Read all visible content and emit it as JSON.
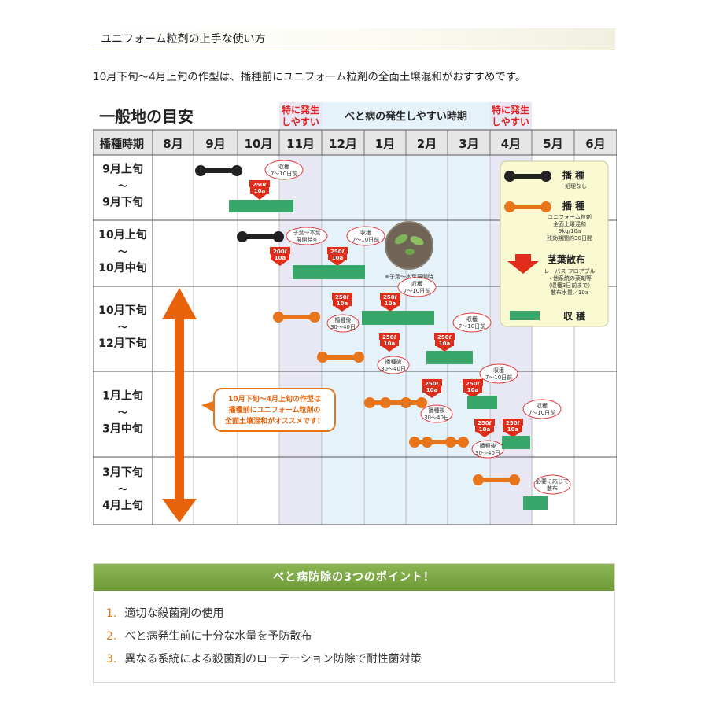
{
  "section_title": "ユニフォーム粒剤の上手な使い方",
  "intro": "10月下旬～4月上旬の作型は、播種前にユニフォーム粒剤の全面土壌混和がおすすめです。",
  "diagram": {
    "title": "一般地の目安",
    "high_risk_label_line1": "特に発生",
    "high_risk_label_line2": "しやすい",
    "risk_period_label": "べと病の発生しやすい時期",
    "header_label": "播種時期",
    "months": [
      "8月",
      "9月",
      "10月",
      "11月",
      "12月",
      "1月",
      "2月",
      "3月",
      "4月",
      "5月",
      "6月"
    ],
    "rows": [
      {
        "line1": "9月上旬",
        "tilde": "～",
        "line2": "9月下旬"
      },
      {
        "line1": "10月上旬",
        "tilde": "～",
        "line2": "10月中旬"
      },
      {
        "line1": "10月下旬",
        "tilde": "～",
        "line2": "12月下旬"
      },
      {
        "line1": "1月上旬",
        "tilde": "～",
        "line2": "3月中旬"
      },
      {
        "line1": "3月下旬",
        "tilde": "～",
        "line2": "4月上旬"
      }
    ],
    "legend": {
      "sowing_title": "播 種",
      "sowing_sub": "処理なし",
      "sowing_uni_title": "播 種",
      "sowing_uni_sub1": "ユニフォーム粒剤",
      "sowing_uni_sub2": "全面土壌混和",
      "sowing_uni_sub3": "9kg/10a",
      "sowing_uni_sub4": "残効期間約30日間",
      "spray_title": "茎葉散布",
      "spray_sub1": "レーバス フロアブル",
      "spray_sub2": "・他系統の薬剤等",
      "spray_sub3": "（収穫3日前まで）",
      "spray_sub4": "散布水量／10a",
      "harvest_title": "収 穫"
    },
    "bubbles": {
      "harvest_7_10": "収穫",
      "days_7_10": "7～10日前",
      "after_sowing": "播種後",
      "days_30_40": "30～40日",
      "cotyledon_line1": "子葉～本葉",
      "cotyledon_line2": "展開時※",
      "as_needed_line1": "必要に応じて",
      "as_needed_line2": "散布"
    },
    "volumes": {
      "v250": "250ℓ",
      "v200": "200ℓ",
      "per10a": "10a"
    },
    "photo_caption": "※子葉～本葉展開時",
    "callout_line1": "10月下旬～4月上旬の作型は",
    "callout_line2": "播種前にユニフォーム粒剤の",
    "callout_line3": "全面土壌混和がオススメです！",
    "colors": {
      "black_bar": "#222222",
      "orange_bar": "#e8751a",
      "harvest": "#3aa76a",
      "spray": "#e02d1a",
      "risk_shade": "#e8e8f4",
      "risk_bg": "#e6f2fa",
      "highrisk_red": "#e02020",
      "legend_bg": "#fafad2"
    }
  },
  "points": {
    "title": "べと病防除の3つのポイント！",
    "items": [
      {
        "num": "1.",
        "text": "適切な殺菌剤の使用"
      },
      {
        "num": "2.",
        "text": "べと病発生前に十分な水量を予防散布"
      },
      {
        "num": "3.",
        "text": "異なる系統による殺菌剤のローテーション防除で耐性菌対策"
      }
    ]
  }
}
